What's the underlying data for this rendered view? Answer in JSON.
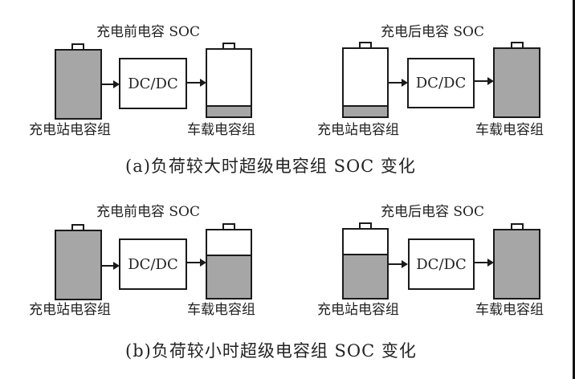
{
  "panels": [
    {
      "id": "a",
      "caption": "(a)负荷较大时超级电容组 SOC 变化",
      "before": {
        "title": "充电前电容 SOC",
        "station_label": "充电站电容组",
        "converter_label": "DC/DC",
        "vehicle_label": "车载电容组",
        "station_soc": 1.0,
        "vehicle_soc": 0.14
      },
      "after": {
        "title": "充电后电容 SOC",
        "station_label": "充电站电容组",
        "converter_label": "DC/DC",
        "vehicle_label": "车载电容组",
        "station_soc": 0.14,
        "vehicle_soc": 1.0
      }
    },
    {
      "id": "b",
      "caption": "(b)负荷较小时超级电容组 SOC 变化",
      "before": {
        "title": "充电前电容 SOC",
        "station_label": "充电站电容组",
        "converter_label": "DC/DC",
        "vehicle_label": "车载电容组",
        "station_soc": 1.0,
        "vehicle_soc": 0.62
      },
      "after": {
        "title": "充电后电容 SOC",
        "station_label": "充电站电容组",
        "converter_label": "DC/DC",
        "vehicle_label": "车载电容组",
        "station_soc": 0.62,
        "vehicle_soc": 1.0
      }
    }
  ],
  "colors": {
    "fill": "#a6a6a6",
    "stroke": "#1a1a1a",
    "background": "#ffffff"
  }
}
